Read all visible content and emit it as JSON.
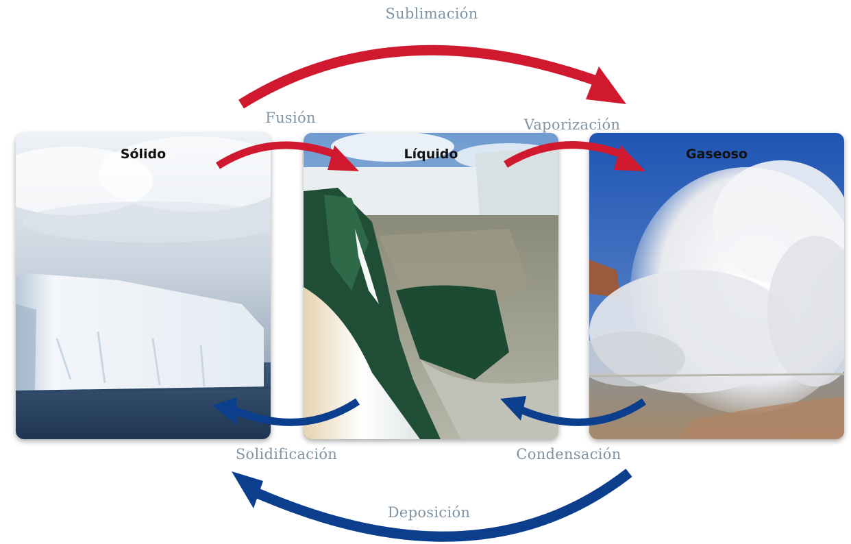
{
  "states": {
    "solid": "Sólido",
    "liquid": "Líquido",
    "gas": "Gaseoso"
  },
  "transitions": {
    "sublimation": "Sublimación",
    "fusion": "Fusión",
    "vaporization": "Vaporización",
    "solidification": "Solidificación",
    "condensation": "Condensación",
    "deposition": "Deposición"
  },
  "colors": {
    "heating_arrow": "#d0192e",
    "cooling_arrow": "#0c3e8e",
    "label_text": "#7f93a3"
  }
}
